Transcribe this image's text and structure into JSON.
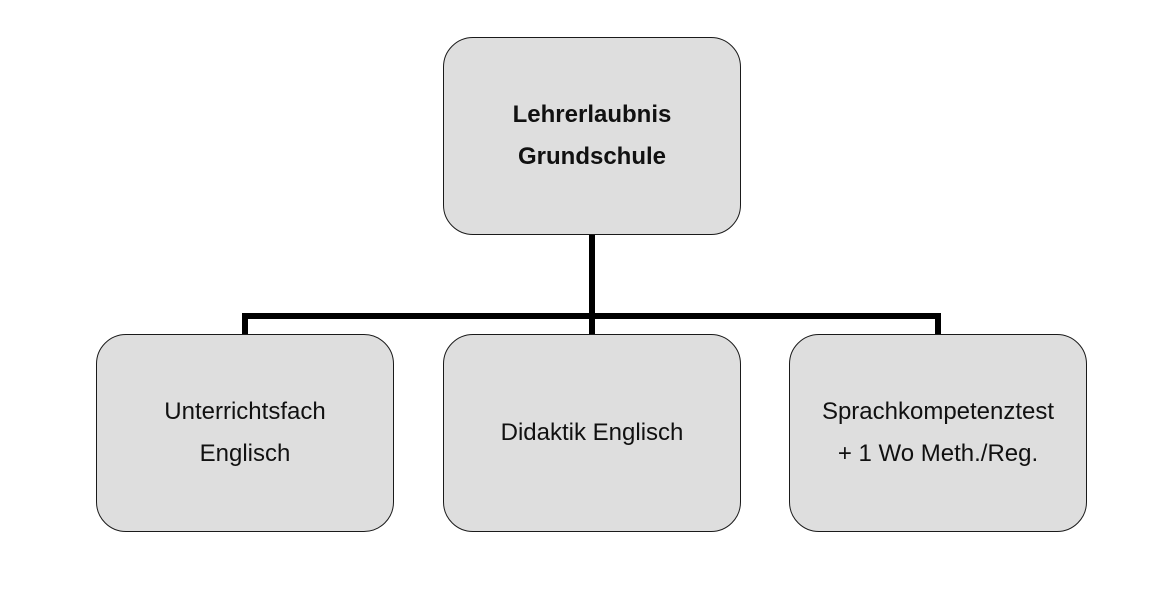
{
  "diagram": {
    "type": "hierarchy",
    "root": {
      "lines": [
        "Lehrerlaubnis",
        "Grundschule"
      ]
    },
    "children": [
      {
        "lines": [
          "Unterrichtsfach",
          "Englisch"
        ]
      },
      {
        "lines": [
          "Didaktik Englisch"
        ]
      },
      {
        "lines": [
          "Sprachkompetenztest",
          "+ 1 Wo Meth./Reg."
        ]
      }
    ],
    "colors": {
      "box_fill": "#dedede",
      "box_border": "#1a1a1a",
      "connector": "#000000",
      "text": "#111111"
    }
  }
}
